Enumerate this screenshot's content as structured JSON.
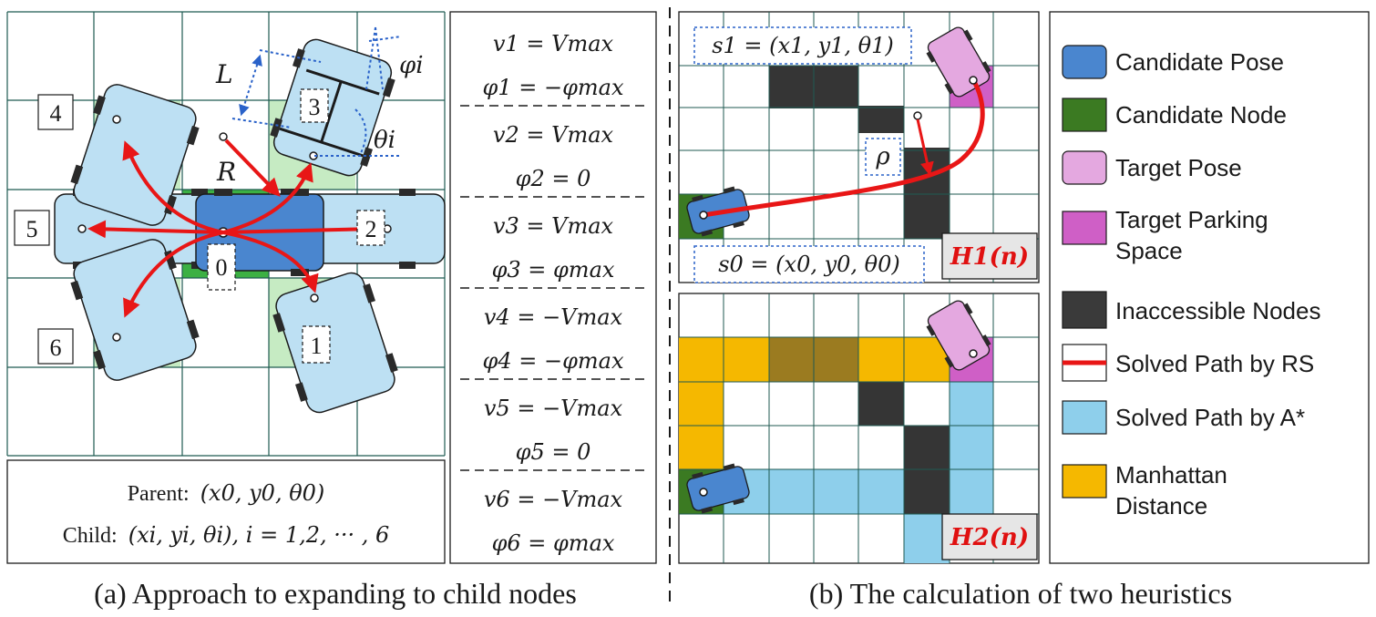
{
  "panel_a": {
    "caption": "(a) Approach to expanding to child nodes",
    "node_labels": {
      "n0": "0",
      "n1": "1",
      "n2": "2",
      "n3": "3",
      "n4": "4",
      "n5": "5",
      "n6": "6"
    },
    "symbols": {
      "L": "L",
      "R": "R",
      "phi_i": "φi",
      "theta_i": "θi"
    },
    "parent_label": "Parent:",
    "parent_expr": "(x0, y0, θ0)",
    "child_label": "Child:",
    "child_expr": "(xi, yi, θi), i = 1,2, ··· , 6",
    "controls": [
      {
        "v": "v1 = Vmax",
        "phi": "φ1 = −φmax"
      },
      {
        "v": "v2 = Vmax",
        "phi": "φ2 = 0"
      },
      {
        "v": "v3 = Vmax",
        "phi": "φ3 = φmax"
      },
      {
        "v": "v4 = −Vmax",
        "phi": "φ4 = −φmax"
      },
      {
        "v": "v5 = −Vmax",
        "phi": "φ5 = 0"
      },
      {
        "v": "v6 = −Vmax",
        "phi": "φ6 = φmax"
      }
    ]
  },
  "panel_b": {
    "caption": "(b) The calculation of two heuristics",
    "s1_label": "s1 = (x1, y1, θ1)",
    "s0_label": "s0 = (x0, y0, θ0)",
    "rho": "ρ",
    "h1": "H1(n)",
    "h2": "H2(n)"
  },
  "legend": {
    "items": [
      {
        "label": "Candidate Pose",
        "color": "#4a86cf"
      },
      {
        "label": "Candidate Node",
        "color": "#3b7a22"
      },
      {
        "label": "Target Pose",
        "color": "#e4a8e0"
      },
      {
        "label": "Target Parking Space",
        "color": "#cf5fc6"
      },
      {
        "label": "Inaccessible Nodes",
        "color": "#3a3a3a"
      },
      {
        "label": "Solved Path by RS",
        "color": "#e81616"
      },
      {
        "label": "Solved Path by A*",
        "color": "#8ecfeb"
      },
      {
        "label": "Manhattan Distance",
        "color": "#f5b800"
      }
    ]
  },
  "colors": {
    "light_car": "#bde0f3",
    "main_car": "#4a86cf",
    "grid_line": "#1f5a52",
    "green_cell": "#c6ebc3",
    "dark_cell": "#353535",
    "olive_cell": "#9b7b20",
    "path_red": "#e81616"
  }
}
